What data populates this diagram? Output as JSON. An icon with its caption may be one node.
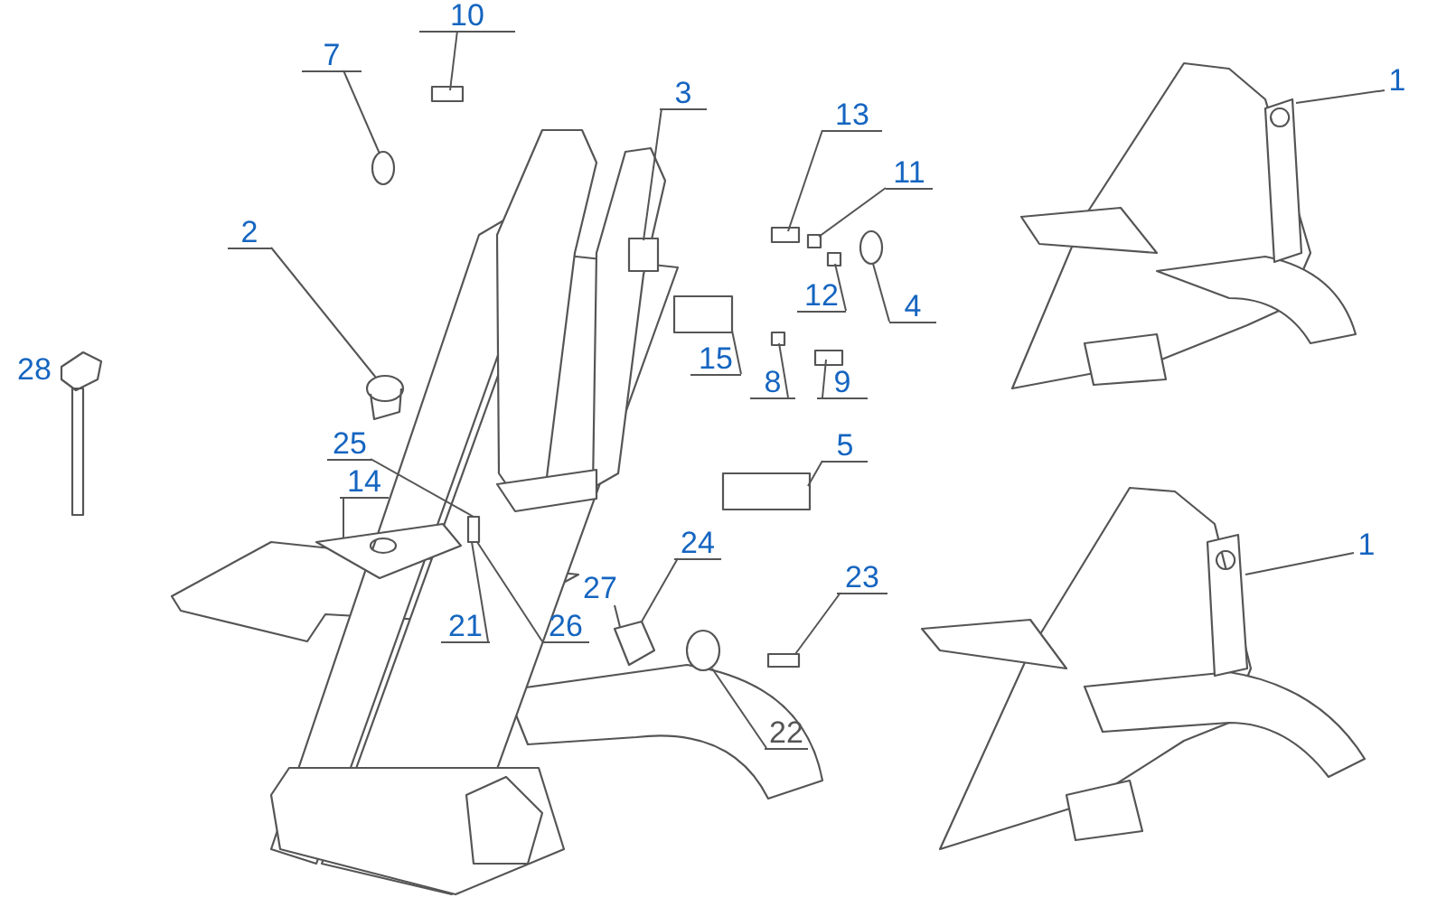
{
  "diagram": {
    "nodes": [
      {
        "text": [
          "10"
        ]
      },
      {
        "text": [
          "7"
        ]
      },
      {
        "text": [
          "3"
        ]
      },
      {
        "text": [
          "13"
        ]
      },
      {
        "text": [
          "11"
        ]
      },
      {
        "text": [
          "2"
        ]
      },
      {
        "text": [
          "12"
        ]
      },
      {
        "text": [
          "4"
        ]
      },
      {
        "text": [
          "15"
        ]
      },
      {
        "text": [
          "8"
        ]
      },
      {
        "text": [
          "9"
        ]
      },
      {
        "text": [
          "5"
        ]
      },
      {
        "text": [
          "25"
        ]
      },
      {
        "text": [
          "14"
        ]
      },
      {
        "text": [
          "27"
        ]
      },
      {
        "text": [
          "24"
        ]
      },
      {
        "text": [
          "23"
        ]
      },
      {
        "text": [
          "21"
        ]
      },
      {
        "text": [
          "26"
        ]
      },
      {
        "text": [
          "22"
        ]
      },
      {
        "text": [
          "1"
        ]
      },
      {
        "text": [
          "1"
        ]
      },
      {
        "text": [],
        "shape": "box"
      },
      {
        "text": [],
        "shape": "circle"
      },
      {
        "text": [],
        "shape": "box"
      },
      {
        "text": [],
        "shape": "box"
      },
      {
        "text": [],
        "shape": "picture"
      },
      {
        "text": [],
        "shape": "box"
      },
      {
        "text": [],
        "shape": "circle"
      },
      {
        "text": [],
        "shape": "box"
      },
      {
        "text": [],
        "shape": "box"
      },
      {
        "text": [],
        "shape": "box"
      },
      {
        "text": [],
        "shape": "box"
      },
      {
        "text": [],
        "shape": "box"
      },
      {
        "text": [],
        "shape": "circle"
      },
      {
        "text": [],
        "shape": "picture"
      },
      {
        "text": [],
        "shape": "picture"
      },
      {
        "text": [],
        "shape": "picture"
      },
      {
        "text": [],
        "shape": "picture"
      },
      {
        "text": [],
        "shape": "box"
      },
      {
        "text": [],
        "shape": "box"
      }
    ],
    "edges": [
      {
        "from": 0,
        "to": 22,
        "arrow": "none"
      },
      {
        "from": 1,
        "to": 23,
        "arrow": "none"
      },
      {
        "from": 2,
        "to": 40,
        "arrow": "none"
      },
      {
        "from": 3,
        "to": 24,
        "arrow": "none"
      },
      {
        "from": 4,
        "to": 25,
        "arrow": "none"
      },
      {
        "from": 5,
        "to": 26,
        "arrow": "none"
      },
      {
        "from": 6,
        "to": 27,
        "arrow": "none"
      },
      {
        "from": 7,
        "to": 28,
        "arrow": "none"
      },
      {
        "from": 8,
        "to": 29,
        "arrow": "none"
      },
      {
        "from": 9,
        "to": 30,
        "arrow": "none"
      },
      {
        "from": 10,
        "to": 31,
        "arrow": "none"
      },
      {
        "from": 11,
        "to": 32,
        "arrow": "none"
      },
      {
        "from": 12,
        "to": 39,
        "arrow": "none"
      },
      {
        "from": 13,
        "to": 38,
        "arrow": "none"
      },
      {
        "from": 14,
        "to": 35,
        "arrow": "none"
      },
      {
        "from": 15,
        "to": 35,
        "arrow": "none"
      },
      {
        "from": 16,
        "to": 33,
        "arrow": "none"
      },
      {
        "from": 17,
        "to": 39,
        "arrow": "none"
      },
      {
        "from": 18,
        "to": 39,
        "arrow": "none"
      },
      {
        "from": 19,
        "to": 34,
        "arrow": "none"
      },
      {
        "from": 20,
        "to": 36,
        "arrow": "none"
      },
      {
        "from": 21,
        "to": 37,
        "arrow": "none"
      }
    ],
    "labels": [
      "28"
    ]
  }
}
